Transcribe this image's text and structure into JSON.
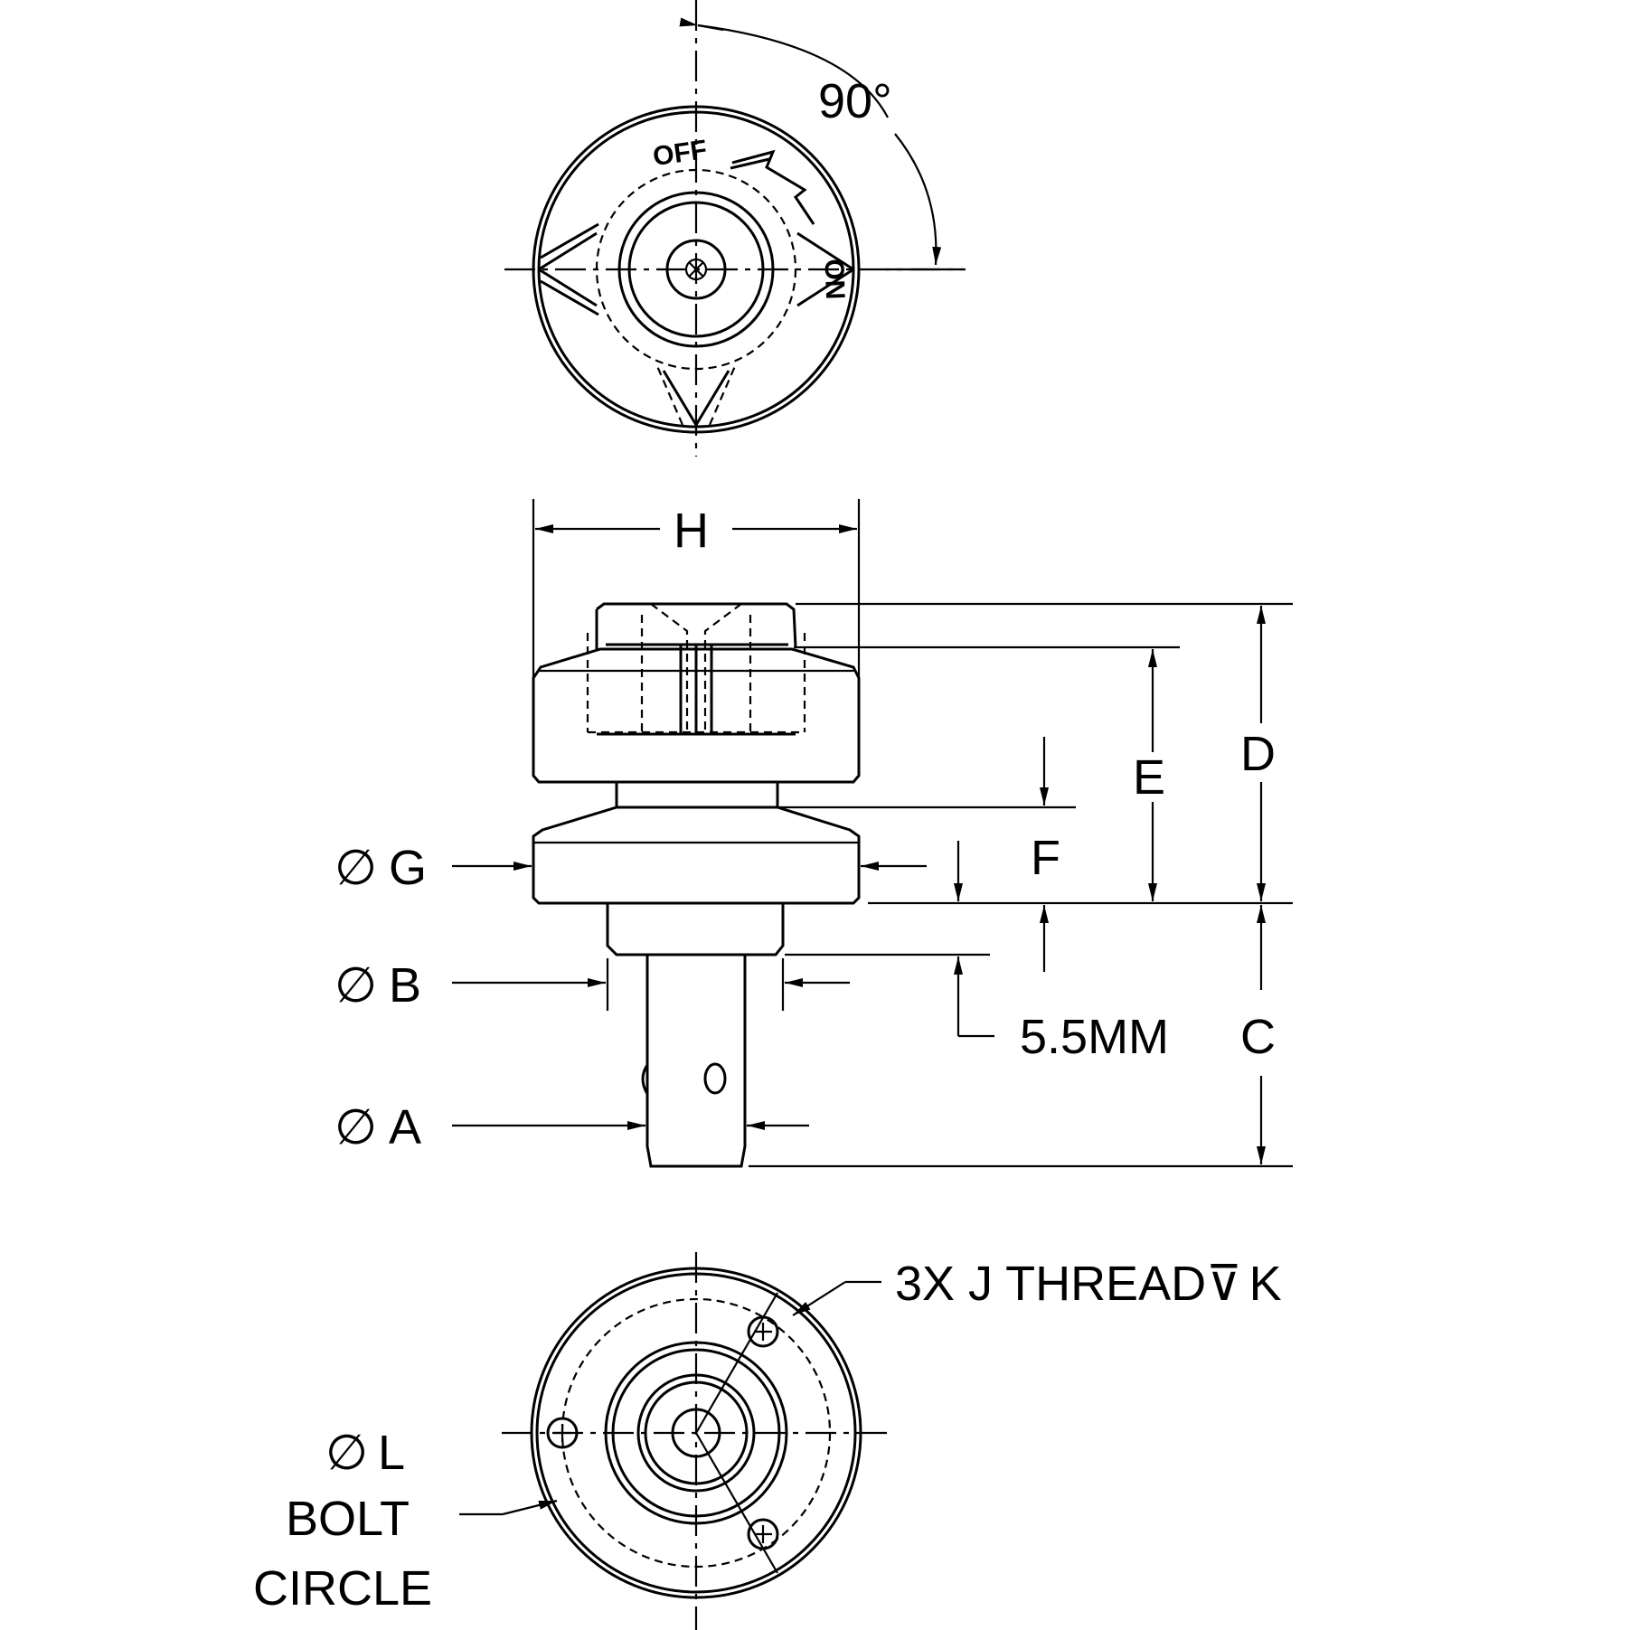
{
  "top_view": {
    "angle_label": "90°",
    "off_label": "OFF",
    "on_label": "ON"
  },
  "side_view": {
    "dim_h": "H",
    "dim_d": "D",
    "dim_e": "E",
    "dim_f": "F",
    "dim_c": "C",
    "dim_g": "G",
    "dim_b": "B",
    "dim_a": "A",
    "dim_step": "5.5MM",
    "diameter_symbol": "∅"
  },
  "bottom_view": {
    "thread_callout_lead": "3X J THREAD",
    "thread_callout_depth_symbol": "⊽",
    "thread_callout_tail": "K",
    "bolt_dim": "L",
    "bolt_line1": "BOLT",
    "bolt_line2": "CIRCLE"
  }
}
